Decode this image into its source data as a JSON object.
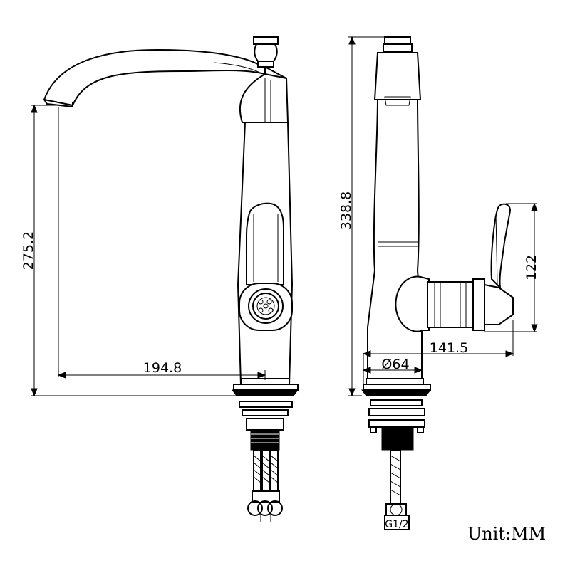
{
  "dimensions": {
    "front_height": "275.2",
    "front_reach": "194.8",
    "side_height": "338.8",
    "handle_height": "122",
    "handle_reach": "141.5",
    "base_diameter": "Ø64",
    "thread": "G1/2"
  },
  "unit_label": "Unit:MM"
}
